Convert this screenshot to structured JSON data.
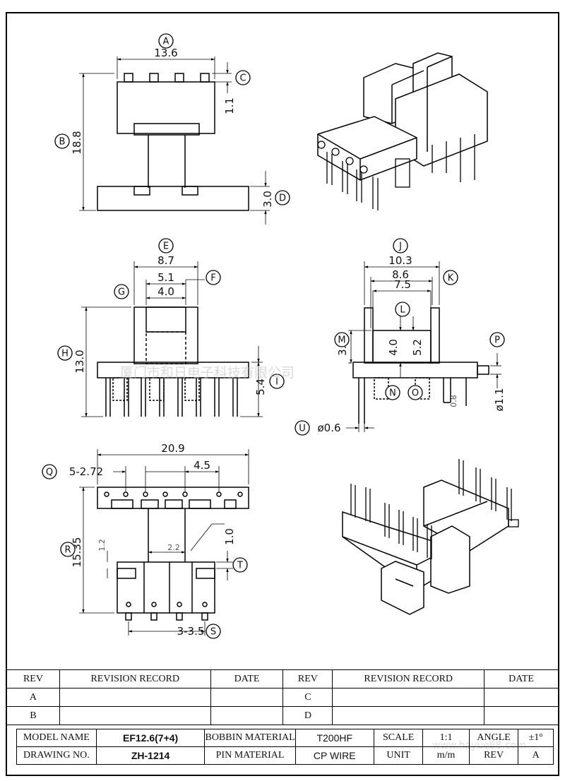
{
  "watermark": "厦门市和日电子科技有限公司",
  "watermark_url": "www.hayue88.com",
  "tags": [
    "A",
    "B",
    "C",
    "D",
    "E",
    "F",
    "G",
    "H",
    "I",
    "J",
    "K",
    "L",
    "M",
    "N",
    "O",
    "P",
    "Q",
    "R",
    "S",
    "T",
    "U"
  ],
  "dims": {
    "a": "13.6",
    "b": "18.8",
    "c": "1.1",
    "d": "3.0",
    "e": "8.7",
    "f": "5.1",
    "g": "4.0",
    "h": "13.0",
    "i": "5.4",
    "j": "10.3",
    "k": "8.6",
    "k2": "7.5",
    "l1": "4.0",
    "l2": "5.2",
    "m": "3.0",
    "o": "0.8",
    "p": "ø1.1",
    "u": "ø0.6",
    "q1": "20.9",
    "q2": "5-2.72",
    "q3": "4.5",
    "r": "15.35",
    "s": "3-3.5",
    "t": "1.0",
    "t2": "1.2",
    "t3": "2.2"
  },
  "revision": {
    "headers": [
      "REV",
      "REVISION RECORD",
      "DATE",
      "REV",
      "REVISION RECORD",
      "DATE"
    ],
    "rows": [
      [
        "A",
        "",
        "",
        "C",
        "",
        ""
      ],
      [
        "B",
        "",
        "",
        "D",
        "",
        ""
      ]
    ]
  },
  "info": {
    "model_name_label": "MODEL NAME",
    "model_name": "EF12.6(7+4)",
    "bobbin_material_label": "BOBBIN MATERIAL",
    "bobbin_material": "T200HF",
    "scale_label": "SCALE",
    "scale": "1:1",
    "angle_label": "ANGLE",
    "angle": "±1°",
    "drawing_no_label": "DRAWING NO.",
    "drawing_no": "ZH-1214",
    "pin_material_label": "PIN MATERIAL",
    "pin_material": "CP WIRE",
    "unit_label": "UNIT",
    "unit": "m/m",
    "rev_label": "REV",
    "rev": "A"
  }
}
